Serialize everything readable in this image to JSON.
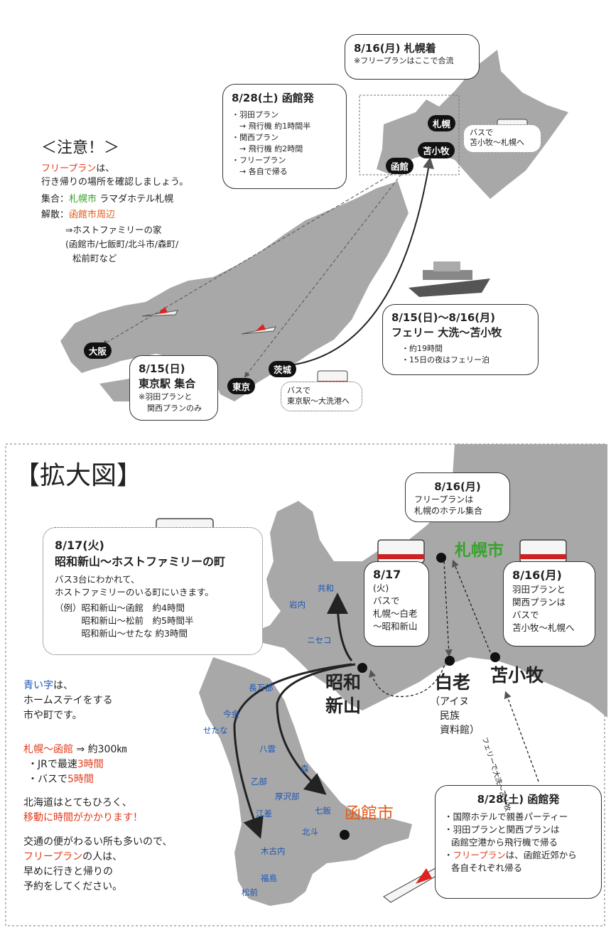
{
  "top": {
    "notice": {
      "title": "＜注意！＞",
      "free_plan": "フリープラン",
      "line1_suffix": "は、",
      "line2": "行き帰りの場所を確認しましょう。",
      "gather_label": "集合：",
      "gather_city": "札幌市",
      "gather_place": " ラマダホテル札幌",
      "disband_label": "解散：",
      "disband_area": "函館市周辺",
      "detail1": "⇒ホストファミリーの家",
      "detail2": "(函館市/七飯町/北斗市/森町/",
      "detail3": "松前町など"
    },
    "bubble_sapporo": {
      "title": "8/16(月) 札幌着",
      "note": "※フリープランはここで合流"
    },
    "bubble_hakodate": {
      "title": "8/28(土) 函館発",
      "lines": [
        "・羽田プラン",
        "　→ 飛行機 約1時間半",
        "・関西プラン",
        "　→ 飛行機 約2時間",
        "・フリープラン",
        "　→ 各自で帰る"
      ]
    },
    "bubble_ferry": {
      "title1": "8/15(日)～8/16(月)",
      "title2": "フェリー 大洗～苫小牧",
      "lines": [
        "・約19時間",
        "・15日の夜はフェリー泊"
      ]
    },
    "bubble_tokyo": {
      "title1": "8/15(日)",
      "title2": "東京駅 集合",
      "note1": "※羽田プランと",
      "note2": "関西プランのみ"
    },
    "bus_tomakomai": {
      "line1": "バスで",
      "line2": "苫小牧～札幌へ"
    },
    "bus_tokyo": {
      "line1": "バスで",
      "line2": "東京駅～大洗港へ"
    },
    "places": {
      "sapporo": "札幌",
      "tomakomai": "苫小牧",
      "hakodate": "函館",
      "osaka": "大阪",
      "tokyo": "東京",
      "ibaraki": "茨城"
    }
  },
  "bottom": {
    "heading": "【拡大図】",
    "bubble_0816_top": {
      "title": "8/16(月)",
      "line1": "フリープランは",
      "line2": "札幌のホテル集合"
    },
    "bubble_0817": {
      "title": "8/17(火)",
      "subtitle": "昭和新山～ホストファミリーの町",
      "line1": "バス3台にわかれて、",
      "line2": "ホストファミリーのいる町にいきます。",
      "example_label": "（例）",
      "examples": [
        "昭和新山～函館　約4時間",
        "昭和新山～松前　約5時間半",
        "昭和新山～せたな 約3時間"
      ]
    },
    "bubble_0817_small": {
      "title": "8/17",
      "day": "(火)",
      "line1": "バスで",
      "line2": "札幌～白老",
      "line3": "～昭和新山"
    },
    "bubble_0816_right": {
      "title": "8/16(月)",
      "line1": "羽田プランと",
      "line2": "関西プランは",
      "line3": "バスで",
      "line4": "苫小牧～札幌へ"
    },
    "bubble_0828": {
      "title": "8/28(土) 函館発",
      "line1": "・国際ホテルで親善パーティー",
      "line2": "・羽田プランと関西プランは",
      "line3": "函館空港から飛行機で帰る",
      "line4_free": "フリープラン",
      "line4_rest": "は、函館近郊から",
      "line5": "各自それぞれ帰る"
    },
    "labels": {
      "sapporo": "札幌市",
      "hakodate": "函館市",
      "showa1": "昭和",
      "showa2": "新山",
      "shiraoi": "白老",
      "shiraoi_note1": "（アイヌ",
      "shiraoi_note2": "民族",
      "shiraoi_note3": "資料館）",
      "tomakomai": "苫小牧",
      "ferry_note": "フェリーで大洗～苫小牧"
    },
    "towns": [
      "共和",
      "岩内",
      "ニセコ",
      "長万部",
      "今金",
      "せたな",
      "八雲",
      "森",
      "乙部",
      "厚沢部",
      "七飯",
      "江差",
      "北斗",
      "木古内",
      "福島",
      "松前"
    ],
    "side": {
      "blue_chars": "青い字",
      "l1_rest": "は、",
      "l2": "ホームステイをする",
      "l3": "市や町です。",
      "route": "札幌～函館",
      "route_rest": " ⇒ 約300㎞",
      "jr_pre": "・JRで最速",
      "jr_val": "3時間",
      "bus_pre": "・バスで",
      "bus_val": "5時間",
      "w1": "北海道はとてもひろく、",
      "w2": "移動に時間がかかります！",
      "t1": "交通の便がわるい所も多いので、",
      "t2_free": "フリープラン",
      "t2_rest": "の人は、",
      "t3": "早めに行きと帰りの",
      "t4": "予約をしてください。"
    }
  },
  "colors": {
    "land": "#a8a8a8",
    "accent_orange": "#e05a1a",
    "accent_green": "#3aa22f",
    "accent_red": "#e23a1a",
    "town_blue": "#1a56b8"
  }
}
